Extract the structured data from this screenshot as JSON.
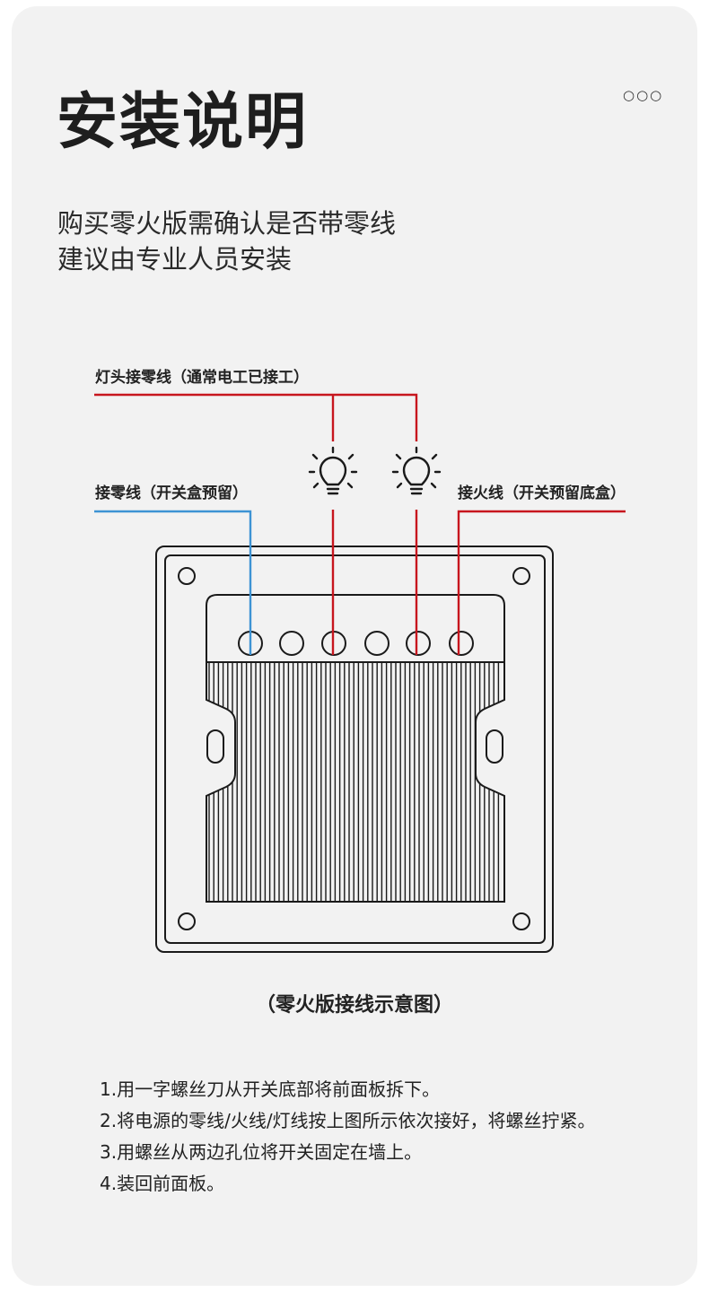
{
  "header": {
    "title": "安装说明",
    "more_icon": "ellipsis-icon",
    "subtitle_lines": [
      "购买零火版需确认是否带零线",
      "建议由专业人员安装"
    ]
  },
  "diagram": {
    "labels": {
      "lamp_neutral": "灯头接零线（通常电工已接工）",
      "neutral": "接零线（开关盒预留）",
      "live": "接火线（开关预留底盒）"
    },
    "caption": "（零火版接线示意图）",
    "colors": {
      "neutral_wire": "#3d93d4",
      "live_wire": "#c7161e",
      "outline": "#1a1a1a"
    },
    "icons": [
      "light-bulb-icon",
      "light-bulb-icon"
    ]
  },
  "steps": [
    "1.用一字螺丝刀从开关底部将前面板拆下。",
    "2.将电源的零线/火线/灯线按上图所示依次接好，将螺丝拧紧。",
    "3.用螺丝从两边孔位将开关固定在墙上。",
    "4.装回前面板。"
  ]
}
